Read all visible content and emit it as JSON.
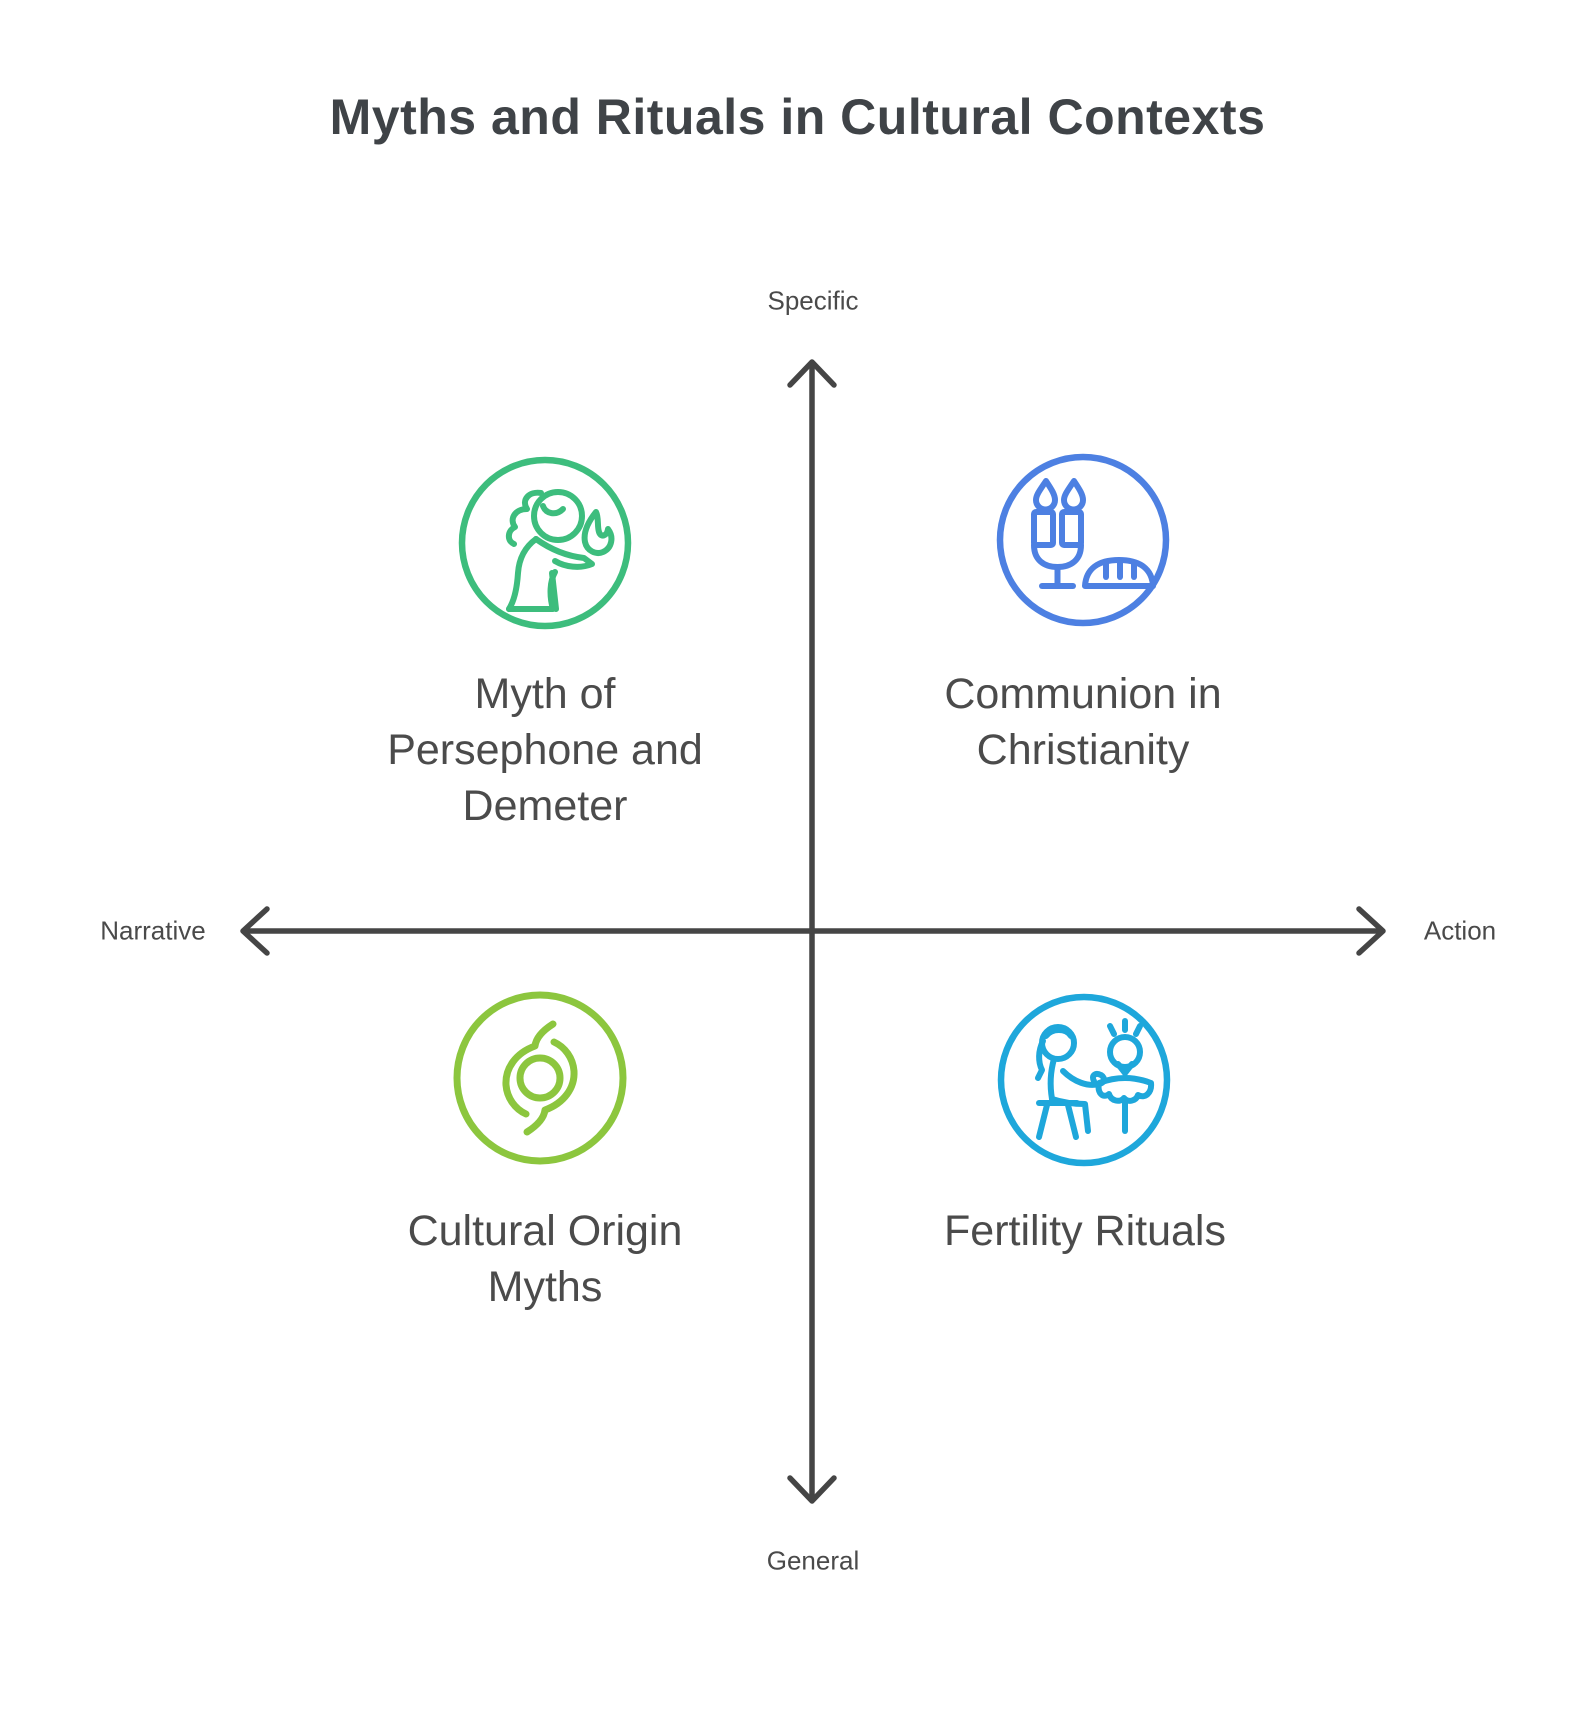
{
  "title": "Myths and Rituals in Cultural Contexts",
  "axes": {
    "vertical": {
      "top_label": "Specific",
      "bottom_label": "General"
    },
    "horizontal": {
      "left_label": "Narrative",
      "right_label": "Action"
    }
  },
  "quadrants": {
    "top_left": {
      "label": "Myth of Persephone and Demeter",
      "icon": "persephone-flame-icon",
      "color": "#3dbd7d"
    },
    "top_right": {
      "label": "Communion in Christianity",
      "icon": "chalice-bread-icon",
      "color": "#4d80e2"
    },
    "bottom_left": {
      "label": "Cultural Origin Myths",
      "icon": "origin-swirl-icon",
      "color": "#8cc63e"
    },
    "bottom_right": {
      "label": "Fertility Rituals",
      "icon": "nurturing-figure-icon",
      "color": "#1ea7db"
    }
  },
  "colors": {
    "axis": "#454545",
    "title_text": "#3f4347",
    "quadrant_label_text": "#4b4b4b",
    "axis_label_text": "#4a4a4a"
  }
}
